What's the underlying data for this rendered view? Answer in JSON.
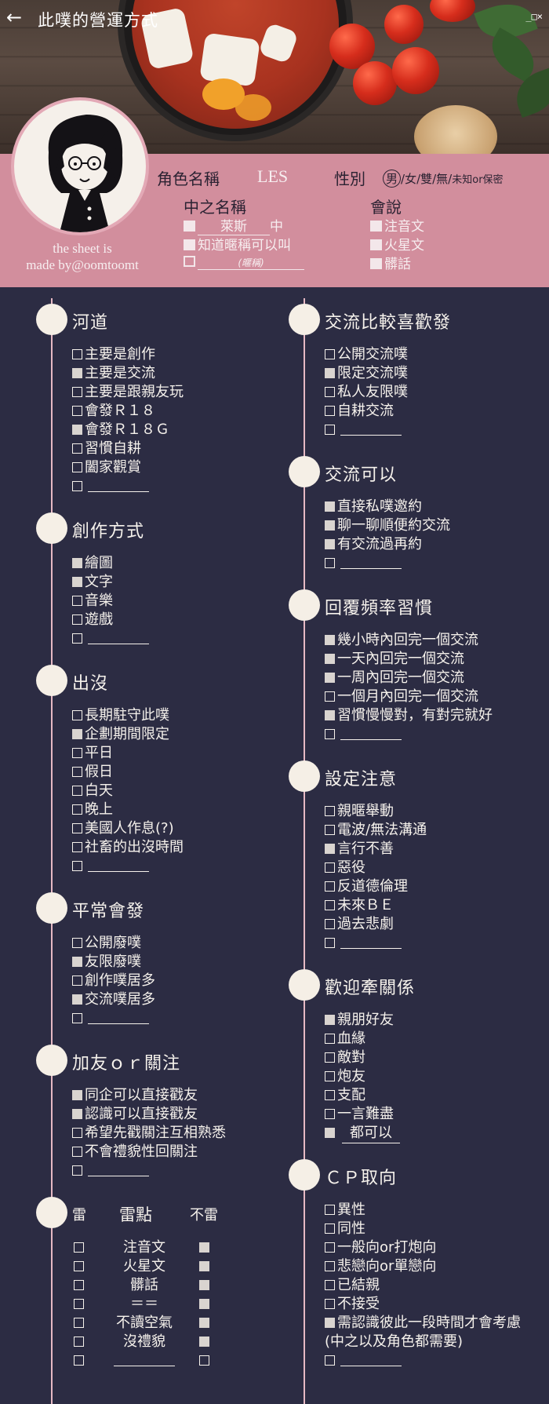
{
  "topbar": {
    "title": "此噗的營運方式",
    "back_icon": "←",
    "window_icons": "_□×"
  },
  "profile": {
    "credit": [
      "the sheet is",
      "made by@oomtoomt"
    ],
    "role_label": "角色名稱",
    "role_value": "LES",
    "gender_label": "性別",
    "gender_options": {
      "male": "男",
      "rest": "/女/雙/無/",
      "unknown": "未知or保密"
    },
    "zhongzhi_label": "中之名稱",
    "zhongzhi_items": [
      {
        "checked": true,
        "value": "萊斯",
        "suffix": "中"
      },
      {
        "checked": true,
        "text": "知道暱稱可以叫"
      },
      {
        "checked": false,
        "hint": "(暱稱)"
      }
    ],
    "speaks_label": "會說",
    "speaks_items": [
      {
        "checked": true,
        "text": "注音文"
      },
      {
        "checked": true,
        "text": "火星文"
      },
      {
        "checked": true,
        "text": "髒話"
      }
    ]
  },
  "left_sections": [
    {
      "title": "河道",
      "items": [
        {
          "checked": false,
          "text": "主要是創作"
        },
        {
          "checked": true,
          "text": "主要是交流"
        },
        {
          "checked": false,
          "text": "主要是跟親友玩"
        },
        {
          "checked": false,
          "text": "會發Ｒ１８"
        },
        {
          "checked": true,
          "text": "會發Ｒ１８Ｇ"
        },
        {
          "checked": false,
          "text": "習慣自耕"
        },
        {
          "checked": false,
          "text": "闔家觀賞"
        },
        {
          "checked": false,
          "blank": true
        }
      ]
    },
    {
      "title": "創作方式",
      "items": [
        {
          "checked": true,
          "text": "繪圖"
        },
        {
          "checked": true,
          "text": "文字"
        },
        {
          "checked": false,
          "text": "音樂"
        },
        {
          "checked": false,
          "text": "遊戲"
        },
        {
          "checked": false,
          "blank": true
        }
      ]
    },
    {
      "title": "出沒",
      "items": [
        {
          "checked": false,
          "text": "長期駐守此噗"
        },
        {
          "checked": true,
          "text": "企劃期間限定"
        },
        {
          "checked": false,
          "text": "平日"
        },
        {
          "checked": false,
          "text": "假日"
        },
        {
          "checked": false,
          "text": "白天"
        },
        {
          "checked": false,
          "text": "晚上"
        },
        {
          "checked": false,
          "text": "美國人作息(?)"
        },
        {
          "checked": false,
          "text": "社畜的出沒時間"
        },
        {
          "checked": false,
          "blank": true
        }
      ]
    },
    {
      "title": "平常會發",
      "items": [
        {
          "checked": false,
          "text": "公開廢噗"
        },
        {
          "checked": true,
          "text": "友限廢噗"
        },
        {
          "checked": false,
          "text": "創作噗居多"
        },
        {
          "checked": true,
          "text": "交流噗居多"
        },
        {
          "checked": false,
          "blank": true
        }
      ]
    },
    {
      "title": "加友ｏｒ關注",
      "items": [
        {
          "checked": true,
          "text": "同企可以直接戳友"
        },
        {
          "checked": true,
          "text": "認識可以直接戳友"
        },
        {
          "checked": false,
          "text": "希望先戳關注互相熟悉"
        },
        {
          "checked": false,
          "text": "不會禮貌性回關注"
        },
        {
          "checked": false,
          "blank": true
        }
      ]
    }
  ],
  "thunder": {
    "left_label": "雷",
    "title": "雷點",
    "right_label": "不雷",
    "rows": [
      {
        "label": "注音文",
        "thunder": false,
        "not_thunder": true
      },
      {
        "label": "火星文",
        "thunder": false,
        "not_thunder": true
      },
      {
        "label": "髒話",
        "thunder": false,
        "not_thunder": true
      },
      {
        "label": "＝＝",
        "thunder": false,
        "not_thunder": true
      },
      {
        "label": "不讀空氣",
        "thunder": false,
        "not_thunder": true
      },
      {
        "label": "沒禮貌",
        "thunder": false,
        "not_thunder": true
      },
      {
        "label": "",
        "thunder": false,
        "not_thunder": false,
        "blank": true
      }
    ]
  },
  "right_sections": [
    {
      "title": "交流比較喜歡發",
      "items": [
        {
          "checked": false,
          "text": "公開交流噗"
        },
        {
          "checked": true,
          "text": "限定交流噗"
        },
        {
          "checked": false,
          "text": "私人友限噗"
        },
        {
          "checked": false,
          "text": "自耕交流"
        },
        {
          "checked": false,
          "blank": true
        }
      ]
    },
    {
      "title": "交流可以",
      "items": [
        {
          "checked": true,
          "text": "直接私噗邀約"
        },
        {
          "checked": true,
          "text": "聊一聊順便約交流"
        },
        {
          "checked": true,
          "text": "有交流過再約"
        },
        {
          "checked": false,
          "blank": true
        }
      ]
    },
    {
      "title": "回覆頻率習慣",
      "items": [
        {
          "checked": true,
          "text": "幾小時內回完一個交流"
        },
        {
          "checked": true,
          "text": "一天內回完一個交流"
        },
        {
          "checked": true,
          "text": "一周內回完一個交流"
        },
        {
          "checked": false,
          "text": "一個月內回完一個交流"
        },
        {
          "checked": true,
          "text": "習慣慢慢對，有對完就好"
        },
        {
          "checked": false,
          "blank": true
        }
      ]
    },
    {
      "title": "設定注意",
      "items": [
        {
          "checked": false,
          "text": "親暱舉動"
        },
        {
          "checked": false,
          "text": "電波/無法溝通"
        },
        {
          "checked": true,
          "text": "言行不善"
        },
        {
          "checked": false,
          "text": "惡役"
        },
        {
          "checked": false,
          "text": "反道德倫理"
        },
        {
          "checked": false,
          "text": "未來ＢＥ"
        },
        {
          "checked": false,
          "text": "過去悲劇"
        },
        {
          "checked": false,
          "blank": true
        }
      ]
    },
    {
      "title": "歡迎牽關係",
      "items": [
        {
          "checked": true,
          "text": "親朋好友"
        },
        {
          "checked": false,
          "text": "血緣"
        },
        {
          "checked": false,
          "text": "敵對"
        },
        {
          "checked": false,
          "text": "炮友"
        },
        {
          "checked": false,
          "text": "支配"
        },
        {
          "checked": false,
          "text": "一言難盡"
        },
        {
          "checked": true,
          "filled": "都可以"
        }
      ]
    },
    {
      "title": "ＣＰ取向",
      "items": [
        {
          "checked": false,
          "text": "異性"
        },
        {
          "checked": false,
          "text": "同性"
        },
        {
          "checked": false,
          "text": "一般向or打炮向"
        },
        {
          "checked": false,
          "text": "悲戀向or單戀向"
        },
        {
          "checked": false,
          "text": "已結親"
        },
        {
          "checked": false,
          "text": "不接受"
        },
        {
          "checked": true,
          "text": "需認識彼此一段時間才會考慮"
        },
        {
          "checked": false,
          "plain": "(中之以及角色都需要)"
        },
        {
          "checked": false,
          "blank": true
        }
      ]
    }
  ]
}
